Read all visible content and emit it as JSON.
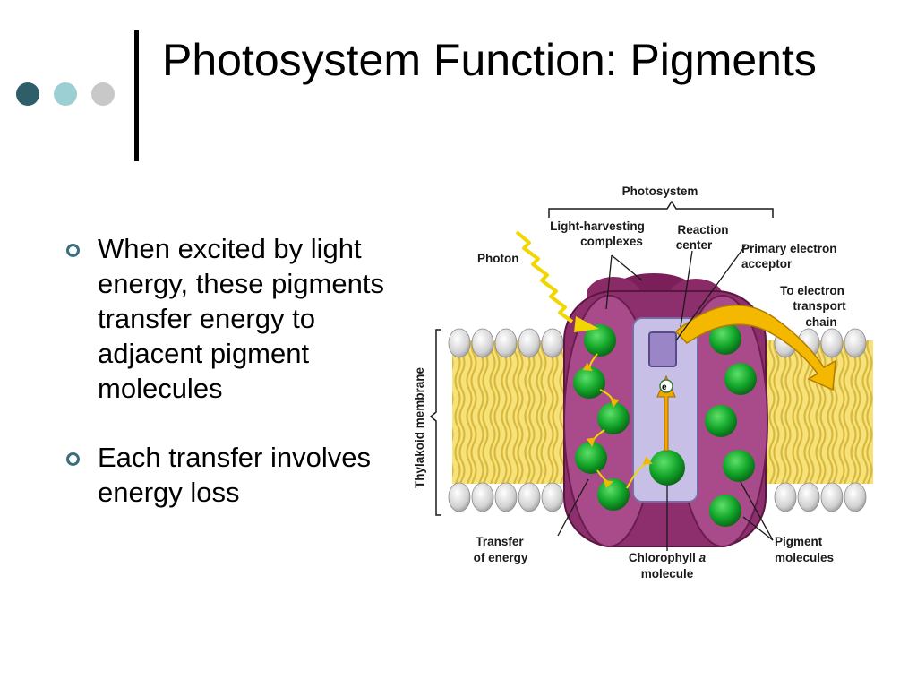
{
  "title": "Photosystem Function: Pigments",
  "theme": {
    "dot_colors": [
      "#2e5e6a",
      "#9ccfd3",
      "#c8c8c8"
    ],
    "accent": "#3b6e7e"
  },
  "bullets": [
    "When excited by light energy, these pigments transfer energy to adjacent pigment molecules",
    "Each transfer involves energy loss"
  ],
  "diagram": {
    "photosystem": "Photosystem",
    "light_harvesting": [
      "Light-harvesting",
      "complexes"
    ],
    "reaction_center": [
      "Reaction",
      "center"
    ],
    "primary_acceptor": [
      "Primary electron",
      "acceptor"
    ],
    "photon": "Photon",
    "to_chain": [
      "To electron",
      "transport",
      "chain"
    ],
    "thylakoid": "Thylakoid membrane",
    "electron": "e",
    "transfer": [
      "Transfer",
      "of energy"
    ],
    "chlorophyll_a": [
      "Chlorophyll ",
      "a",
      "molecule"
    ],
    "pigment_molecules": [
      "Pigment",
      "molecules"
    ]
  }
}
